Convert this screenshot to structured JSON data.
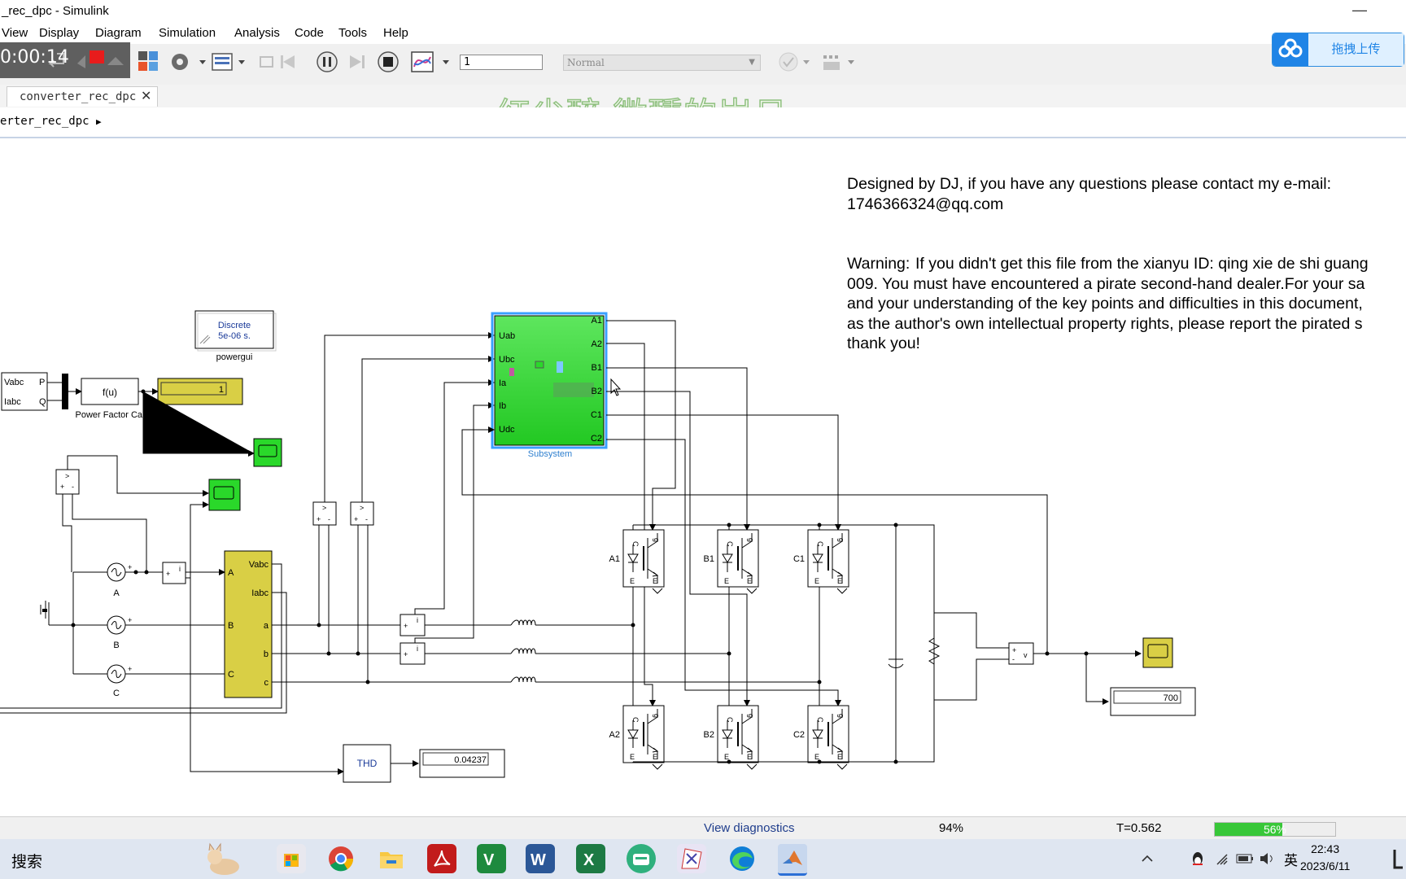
{
  "window": {
    "title": "_rec_dpc - Simulink",
    "minimize": "—"
  },
  "menu": [
    "View",
    "Display",
    "Diagram",
    "Simulation",
    "Analysis",
    "Code",
    "Tools",
    "Help"
  ],
  "toolbar": {
    "timer": "0:00:14",
    "stop_time": "1",
    "sim_mode": "Normal"
  },
  "overlay": {
    "baidu_upload": "拖拽上传",
    "watermark": "红尘醉 微醺的岁月"
  },
  "tab": {
    "label": "converter_rec_dpc",
    "close": "✕"
  },
  "breadcrumb": {
    "label": "erter_rec_dpc",
    "arrow": "▶"
  },
  "notes": {
    "author_line1": "Designed by DJ,  if you have any questions please contact my e-mail:",
    "author_line2": "1746366324@qq.com",
    "warning_label": "Warning:",
    "warning_line1": "If you didn't get this file from the xianyu ID: qing xie de shi guang",
    "warning_line2": "009. You must have encountered a pirate second-hand dealer.For your sa",
    "warning_line3": "and your understanding of the key points and difficulties in this document,",
    "warning_line4": "as the author's own intellectual property rights, please report the pirated s",
    "warning_line5": "thank you!"
  },
  "blocks": {
    "powergui_line1": "Discrete",
    "powergui_line2": "5e-06 s.",
    "powergui_name": "powergui",
    "pq_vabc": "Vabc",
    "pq_iabc": "Iabc",
    "pq_p": "P",
    "pq_q": "Q",
    "fcn_expr": "f(u)",
    "fcn_name": "Power Factor Cal",
    "pf_display": "1",
    "subsystem_name": "Subsystem",
    "subsystem_inputs": [
      "Uab",
      "Ubc",
      "Ia",
      "Ib",
      "Udc"
    ],
    "subsystem_outputs": [
      "A1",
      "A2",
      "B1",
      "B2",
      "C1",
      "C2"
    ],
    "meas_ports_in": [
      "A",
      "B",
      "C"
    ],
    "meas_ports_out": [
      "Vabc",
      "Iabc",
      "a",
      "b",
      "c"
    ],
    "sources": [
      "A",
      "B",
      "C"
    ],
    "igbt_top": [
      "A1",
      "B1",
      "C1"
    ],
    "igbt_bottom": [
      "A2",
      "B2",
      "C2"
    ],
    "thd": "THD",
    "thd_display": "0.04237",
    "vdc_display": "700"
  },
  "status": {
    "view_diagnostics": "View diagnostics",
    "zoom": "94%",
    "time": "T=0.562",
    "progress_percent": 56,
    "progress_label": "56%"
  },
  "taskbar": {
    "search": "搜索",
    "ime": "英",
    "time": "22:43",
    "date": "2023/6/11"
  },
  "colors": {
    "scope_green": "#2ad82a",
    "subsystem_green": "#36d836",
    "display_yellow": "#d9cf45",
    "link_blue": "#1f3d8c",
    "progress_green": "#38c738"
  }
}
